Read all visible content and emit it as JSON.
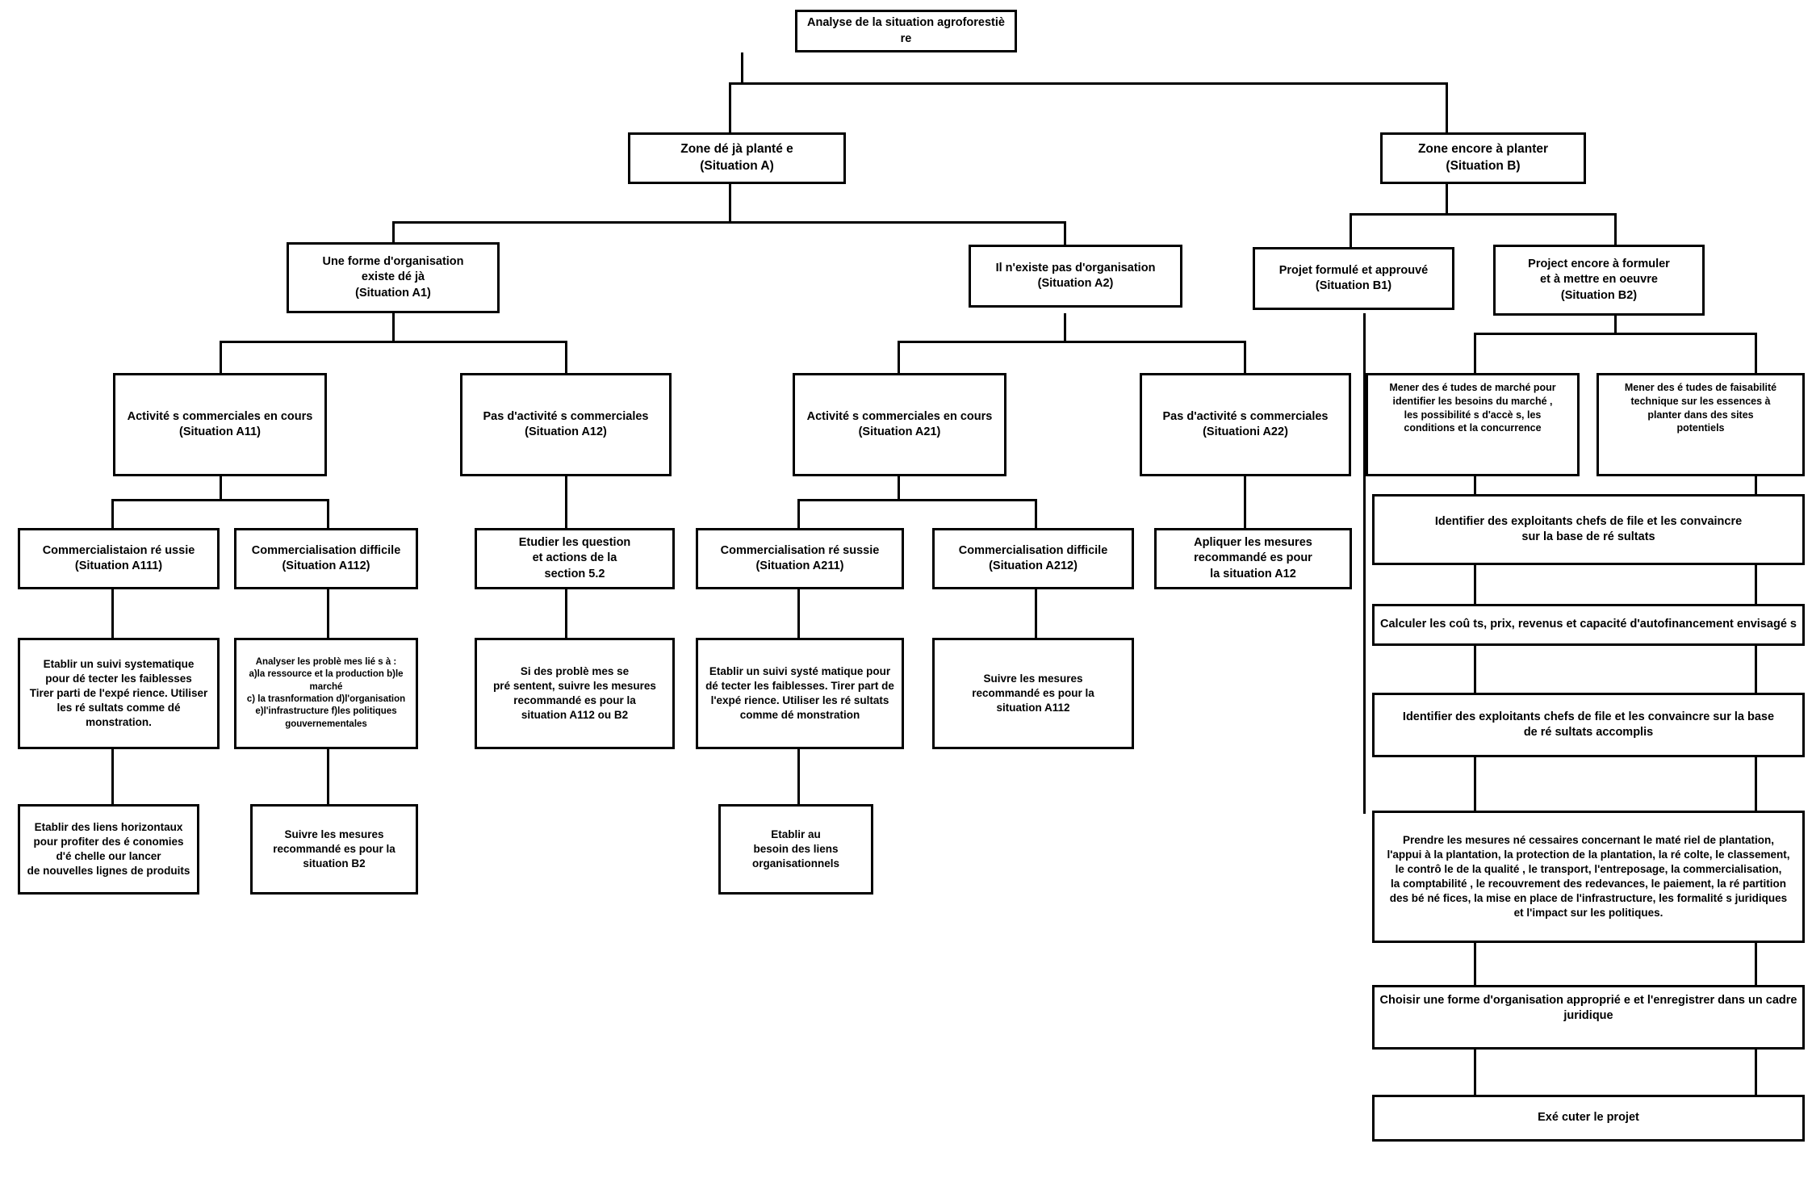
{
  "diagram": {
    "title": "Analyse de la situation agroforestiere - arbre de decision",
    "type": "flowchart-tree",
    "language": "fr",
    "colors": {
      "stroke": "#000000",
      "fill": "#ffffff",
      "text": "#000000"
    }
  },
  "nodes": {
    "root": "Analyse de la situation agroforestiè re",
    "zone_a": "Zone dé jà  planté e\n(Situation A)",
    "zone_b": "Zone encore à  planter\n(Situation B)",
    "a1": "Une forme d'organisation\nexiste dé jà\n(Situation A1)",
    "a2": "Il n'existe pas d'organisation\n(Situation A2)",
    "b1": "Projet formulé  et approuvé\n(Situation B1)",
    "b2": "Project encore à  formuler\net à  mettre en oeuvre\n(Situation B2)",
    "a11": "Activité s commerciales en cours\n(Situation A11)",
    "a12": "Pas d'activité s commerciales\n(Situation A12)",
    "a21": "Activité s commerciales en cours\n(Situation A21)",
    "a22": "Pas d'activité s commerciales\n(Situationi A22)",
    "b_market_study": "Mener des é tudes de marché  pour\nidentifier les besoins du marché ,\nles possibilité s d'accè s, les\nconditions et la concurrence",
    "b_feasibility": "Mener des é tudes de faisabilité\ntechnique sur les essences à\nplanter dans des sites\npotentiels",
    "a111": "Commercialistaion ré ussie\n(Situation A111)",
    "a112": "Commercialisation difficile\n(Situation A112)",
    "a12_action": "Etudier les question\net actions de la\nsection 5.2",
    "a211": "Commercialisation ré sussie\n(Situation A211)",
    "a212": "Commercialisation difficile\n(Situation A212)",
    "a22_action": "Apliquer les mesures\nrecommandé es pour\nla situation A12",
    "b_identify_1": "Identifier des exploitants chefs de file et les convaincre\nsur la base de ré sultats",
    "b_calculate": "Calculer les coû ts, prix, revenus et capacité  d'autofinancement envisagé s",
    "b_identify_2": "Identifier des exploitants chefs de file et les convaincre sur la base\nde ré sultats accomplis",
    "b_measures": "Prendre les mesures né cessaires concernant le maté riel de plantation,\nl'appui à  la plantation, la protection de la plantation, la ré colte, le classement,\nle contrô le de la qualité , le transport, l'entreposage, la commercialisation,\nla comptabilité , le recouvrement des redevances, le paiement, la ré partition\ndes bé né fices, la mise en place de l'infrastructure, les formalité s juridiques\net l'impact sur les politiques.",
    "b_choose_org": "Choisir une forme d'organisation approprié e et l'enregistrer dans un cadre juridique",
    "b_execute": "Exé cuter le projet",
    "a111_action": "Etablir un suivi systematique\npour dé tecter les faiblesses\nTirer parti de l'expé rience. Utiliser\nles ré sultats comme dé monstration.",
    "a112_action": "Analyser les problè mes lié s à :\na)la ressource et la production b)le marché\nc) la trasnformation d)l'organisation\ne)l'infrastructure f)les politiques gouvernementales",
    "a12_followup": "Si des problè mes se\npré sentent, suivre les mesures\nrecommandé es pour la\nsituation A112 ou B2",
    "a211_action": "Etablir un suivi systé matique pour\ndé tecter les faiblesses. Tirer part de\nl'expé rience. Utiliser les ré sultats\ncomme dé monstration",
    "a212_action": "Suivre les mesures\nrecommandé es pour la\nsituation A112",
    "a111_links": "Etablir des liens horizontaux\npour profiter des é conomies\nd'é chelle our lancer\nde nouvelles lignes de produits",
    "a112_followup": "Suivre les mesures\nrecommandé es pour la\nsituation B2",
    "a211_links": "Etablir au\nbesoin des liens\norganisationnels"
  }
}
